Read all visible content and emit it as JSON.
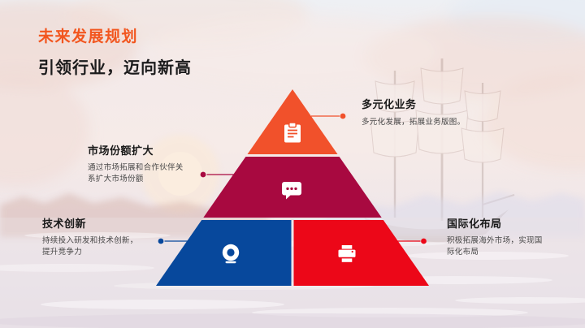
{
  "slide": {
    "title": "未来发展规划",
    "subtitle": "引领行业，迈向新高",
    "accent_color": "#F2561F",
    "subtitle_color": "#1B1B1C"
  },
  "pyramid": {
    "tiers": [
      {
        "rank": 1,
        "label": "多元化业务",
        "desc": "多元化发展，拓展业务版图。",
        "color": "#F1512B",
        "icon": "clipboard-icon"
      },
      {
        "rank": 2,
        "label": "市场份额扩大",
        "desc": "通过市场拓展和合作伙伴关系扩大市场份额",
        "color": "#A80940",
        "icon": "chat-bubble-icon"
      },
      {
        "rank": 3,
        "label": "技术创新",
        "desc": "持续投入研发和技术创新，提升竞争力",
        "color": "#07489C",
        "icon": "webcam-icon"
      },
      {
        "rank": 4,
        "label": "国际化布局",
        "desc": "积极拓展海外市场，实现国际化布局",
        "color": "#EC0718",
        "icon": "printer-icon"
      }
    ]
  }
}
